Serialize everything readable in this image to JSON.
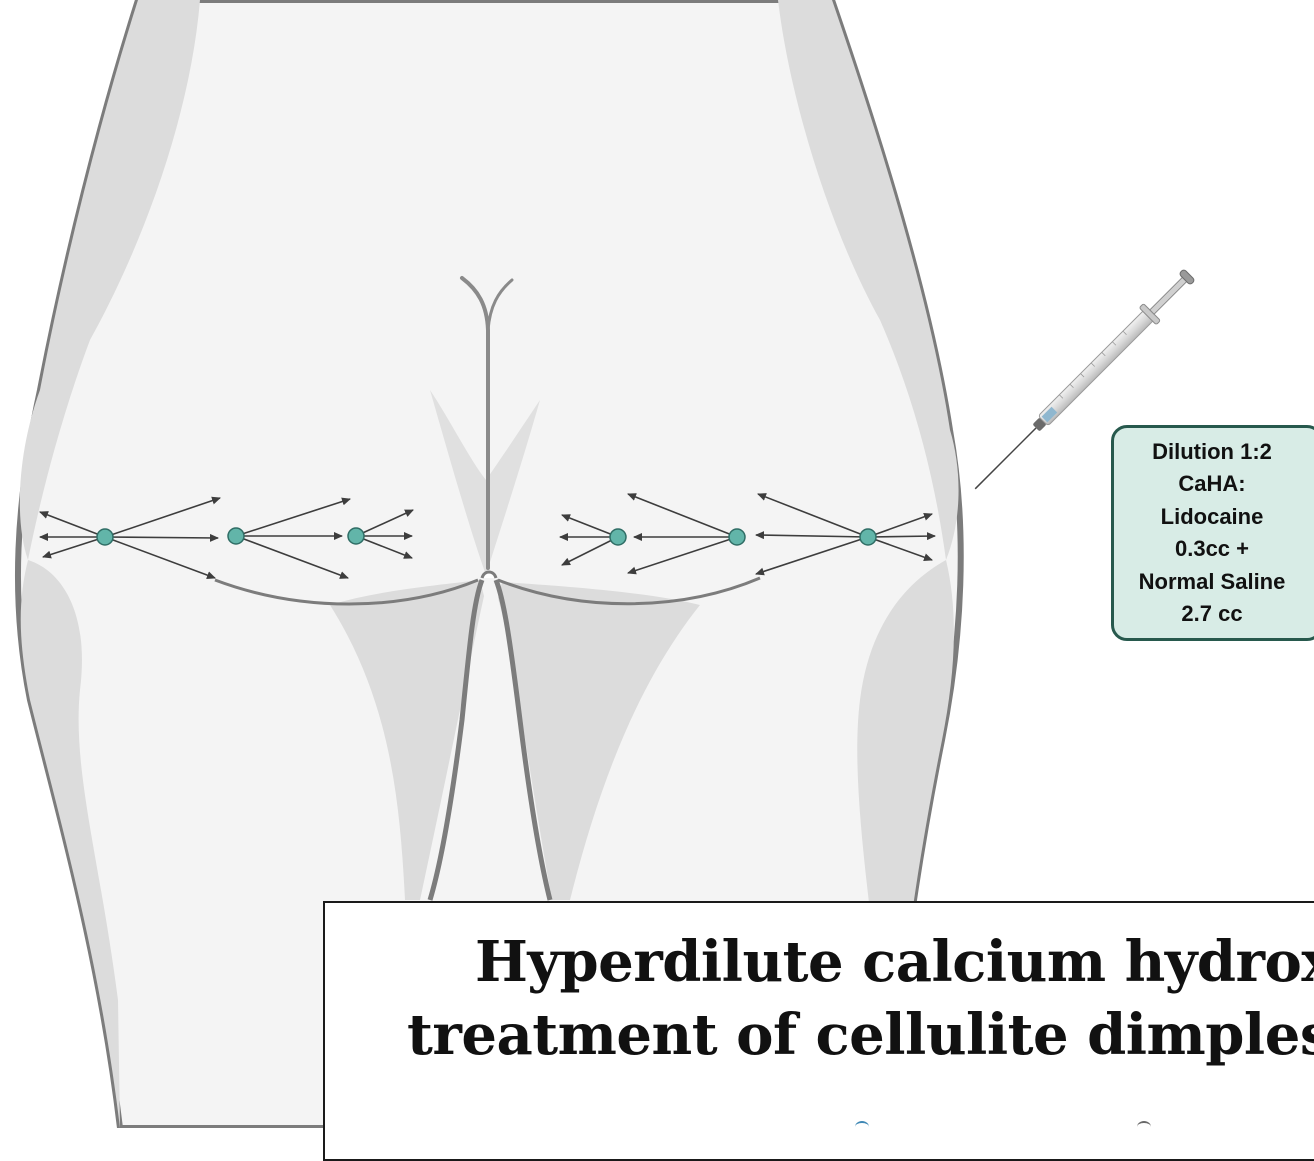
{
  "dilution_label": {
    "lines": [
      "Dilution 1:2",
      "CaHA:",
      "Lidocaine",
      "0.3cc +",
      "Normal Saline",
      "2.7 cc"
    ]
  },
  "paper_title": {
    "line1": "Hyperdilute calcium hydrox",
    "line2": "treatment of cellulite dimples"
  },
  "colors": {
    "body_fill": "#f4f4f4",
    "body_shadow": "#dadada",
    "body_outline": "#7c7c7c",
    "injection_point": "#62b5a9",
    "injection_point_stroke": "#2f6d65",
    "label_fill": "#d8ece6",
    "label_border": "#27594d",
    "arrow": "#3d3d3d"
  },
  "icons": [
    "syringe-icon",
    "injection-point-icon",
    "arrow-icon"
  ],
  "injection_points_count": 6
}
